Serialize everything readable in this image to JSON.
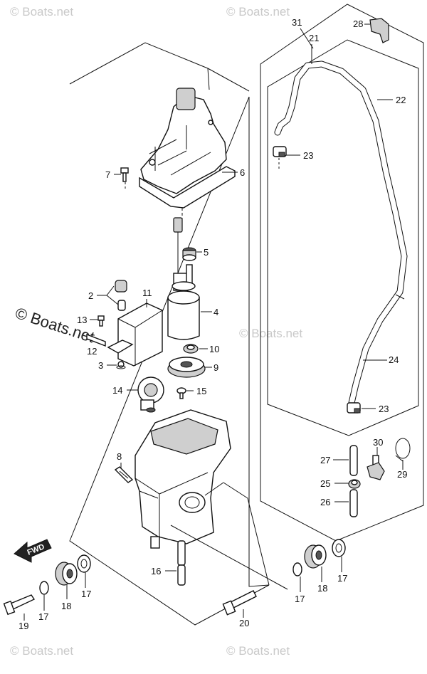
{
  "watermarks": {
    "top_left": "© Boats.net",
    "top_right": "© Boats.net",
    "middle_left": "© Boats.net",
    "middle_right": "© Boats.net",
    "bottom_left": "© Boats.net",
    "bottom_right": "© Boats.net"
  },
  "fwd_label": "FWD",
  "callouts": {
    "p2": "2",
    "p3": "3",
    "p4": "4",
    "p5": "5",
    "p6": "6",
    "p7": "7",
    "p8": "8",
    "p9": "9",
    "p10": "10",
    "p11": "11",
    "p12": "12",
    "p13": "13",
    "p14": "14",
    "p15": "15",
    "p16": "16",
    "p17a": "17",
    "p17b": "17",
    "p17c": "17",
    "p17d": "17",
    "p18a": "18",
    "p18b": "18",
    "p19": "19",
    "p20": "20",
    "p21": "21",
    "p22": "22",
    "p23a": "23",
    "p23b": "23",
    "p24": "24",
    "p25": "25",
    "p26": "26",
    "p27": "27",
    "p28": "28",
    "p29": "29",
    "p30": "30",
    "p31": "31"
  }
}
